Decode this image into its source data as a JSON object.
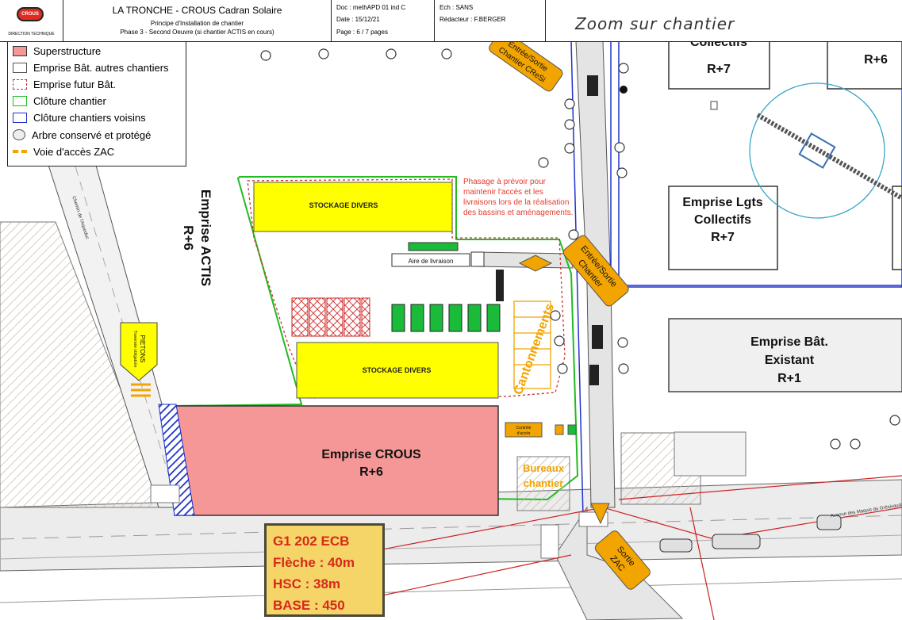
{
  "header": {
    "logo_top": "CROUS",
    "logo_bottom": "DIRECTION TECHNIQUE",
    "title": "LA TRONCHE - CROUS Cadran Solaire",
    "subtitle1": "Principe d'Installation de chantier",
    "subtitle2": "Phase 3 - Second Oeuvre (si chantier ACTIS en cours)",
    "doc": "Doc : methAPD 01 ind C",
    "date": "Date : 15/12/21",
    "page": "Page : 6 / 7 pages",
    "ech": "Ech : SANS",
    "redacteur": "Rédacteur : F.BERGER",
    "zoom_label": "Zoom sur chantier"
  },
  "legend": {
    "items": [
      {
        "label": "Superstructure",
        "color": "#f4a0a0"
      },
      {
        "label": "Emprise Bât. autres chantiers",
        "color": "#888888"
      },
      {
        "label": "Emprise futur Bât.",
        "color": "#cc3333"
      },
      {
        "label": "Clôture chantier",
        "color": "#22bb22"
      },
      {
        "label": "Clôture chantiers voisins",
        "color": "#2233cc"
      },
      {
        "label": "Arbre conservé et protégé",
        "color": "#555555"
      },
      {
        "label": "Voie d'accès ZAC",
        "color": "#f2a400"
      }
    ]
  },
  "map": {
    "collectifs_top": "Collectifs",
    "r7_top": "R+7",
    "r6_top": "R+6",
    "lgts_l1": "Emprise Lgts",
    "lgts_l2": "Collectifs",
    "lgts_l3": "R+7",
    "actis_l1": "Emprise ACTIS",
    "actis_l2": "R+6",
    "stock1": "STOCKAGE DIVERS",
    "stock2": "STOCKAGE DIVERS",
    "phasage": [
      "Phasage à prévoir pour",
      "maintenir l'accès et les",
      "livraisons lors de la réalisation",
      "des bassins et aménagements."
    ],
    "livraison": "Aire de livraison",
    "entree_cresi_l1": "Entrée/Sortie",
    "entree_cresi_l2": "Chantier CReSi",
    "entree_l1": "Entrée/Sortie",
    "entree_l2": "Chantier",
    "cantonnements": "Cantonnements",
    "existant_l1": "Emprise Bât.",
    "existant_l2": "Existant",
    "existant_l3": "R+1",
    "crous_l1": "Emprise CROUS",
    "crous_l2": "R+6",
    "bureaux_l1": "Bureaux",
    "bureaux_l2": "chantier",
    "controle_l1": "Contrôle",
    "controle_l2": "d'accès",
    "sortie_l1": "Sortie",
    "sortie_l2": "ZAC",
    "pietons_l1": "PIETONS",
    "pietons_l2": "Traversée obligatoire",
    "chemin": "Chemin de l'Aqueduc",
    "avenue": "Avenue des Maquis du Grésivaudan"
  },
  "crane": {
    "model": "G1 202 ECB",
    "fleche": "Flèche : 40m",
    "hsc": "HSC : 38m",
    "base": "BASE : 450"
  }
}
